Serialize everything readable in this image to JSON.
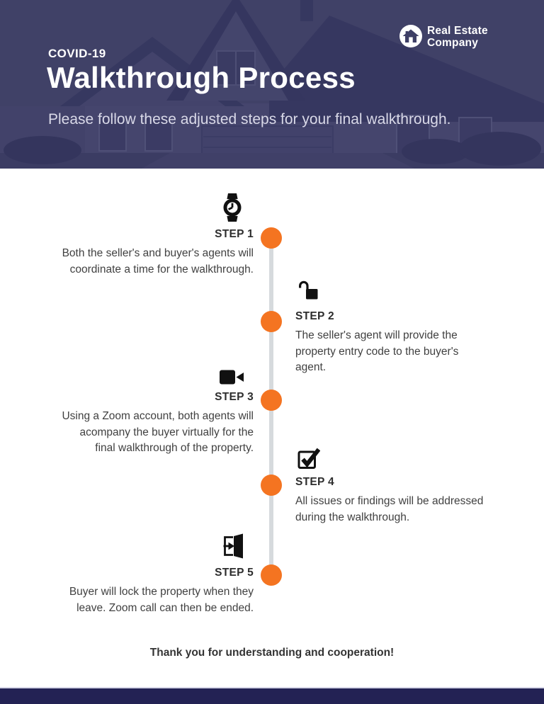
{
  "header": {
    "category_label": "COVID-19",
    "title": "Walkthrough Process",
    "subtitle": "Please follow these adjusted steps for your final walkthrough.",
    "logo": {
      "icon": "house-icon",
      "line1": "Real Estate",
      "line2": "Company"
    }
  },
  "timeline": {
    "steps": [
      {
        "label": "STEP 1",
        "icon": "watch-icon",
        "side": "left",
        "lines": [
          "Both the seller's and buyer's agents will",
          "coordinate a time for the walkthrough."
        ]
      },
      {
        "label": "STEP 2",
        "icon": "unlock-icon",
        "side": "right",
        "lines": [
          "The seller's agent will provide the",
          "property entry code to the buyer's",
          "agent."
        ]
      },
      {
        "label": "STEP 3",
        "icon": "video-camera-icon",
        "side": "left",
        "lines": [
          "Using a Zoom account, both agents will",
          "acompany the buyer virtually for the",
          "final walkthrough of the property."
        ]
      },
      {
        "label": "STEP 4",
        "icon": "checkbox-icon",
        "side": "right",
        "lines": [
          "All issues or findings will be addressed",
          "during the walkthrough."
        ]
      },
      {
        "label": "STEP 5",
        "icon": "exit-door-icon",
        "side": "left",
        "lines": [
          "Buyer will lock the property when they",
          "leave. Zoom call can then be ended."
        ]
      }
    ]
  },
  "footer": {
    "message": "Thank you for understanding and cooperation!"
  },
  "colors": {
    "accent_orange": "#F47421",
    "header_overlay": "#3E3F66",
    "timeline_line": "#D6DADD",
    "bottom_bar": "#232254",
    "body_text": "#414141"
  }
}
